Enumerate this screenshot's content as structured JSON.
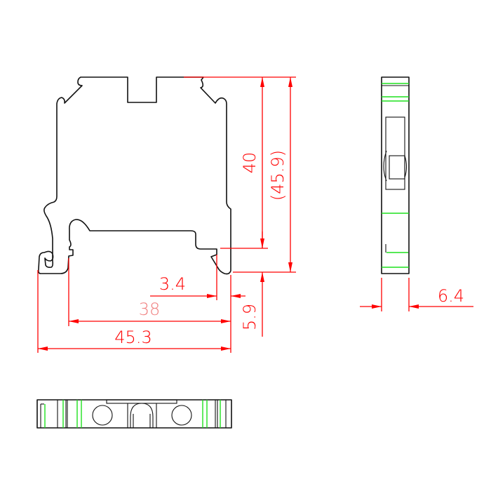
{
  "dimensions": {
    "height": "40",
    "overall_height": "(45.9)",
    "foot_offset": "3.4",
    "rail_width": "38",
    "overall_width": "45.3",
    "foot_height": "5.9",
    "thickness": "6.4"
  },
  "colors": {
    "outline": "#111111",
    "dimension": "#ff0000",
    "hidden": "#1ee01e"
  }
}
